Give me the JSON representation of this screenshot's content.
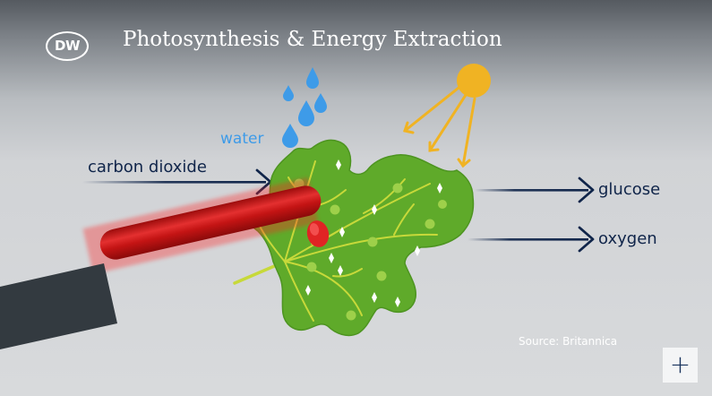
{
  "header": {
    "logo_text": "DW",
    "title": "Photosynthesis & Energy Extraction"
  },
  "diagram": {
    "inputs": {
      "water": "water",
      "carbon_dioxide": "carbon dioxide"
    },
    "outputs": {
      "glucose": "glucose",
      "oxygen": "oxygen"
    },
    "source": "Source: Britannica"
  },
  "colors": {
    "water": "#3e9be8",
    "arrow": "#10254a",
    "leaf": "#5faa2a",
    "sun": "#f0b323",
    "rod": "#c81818"
  },
  "icons": {
    "expand": "plus-icon"
  }
}
